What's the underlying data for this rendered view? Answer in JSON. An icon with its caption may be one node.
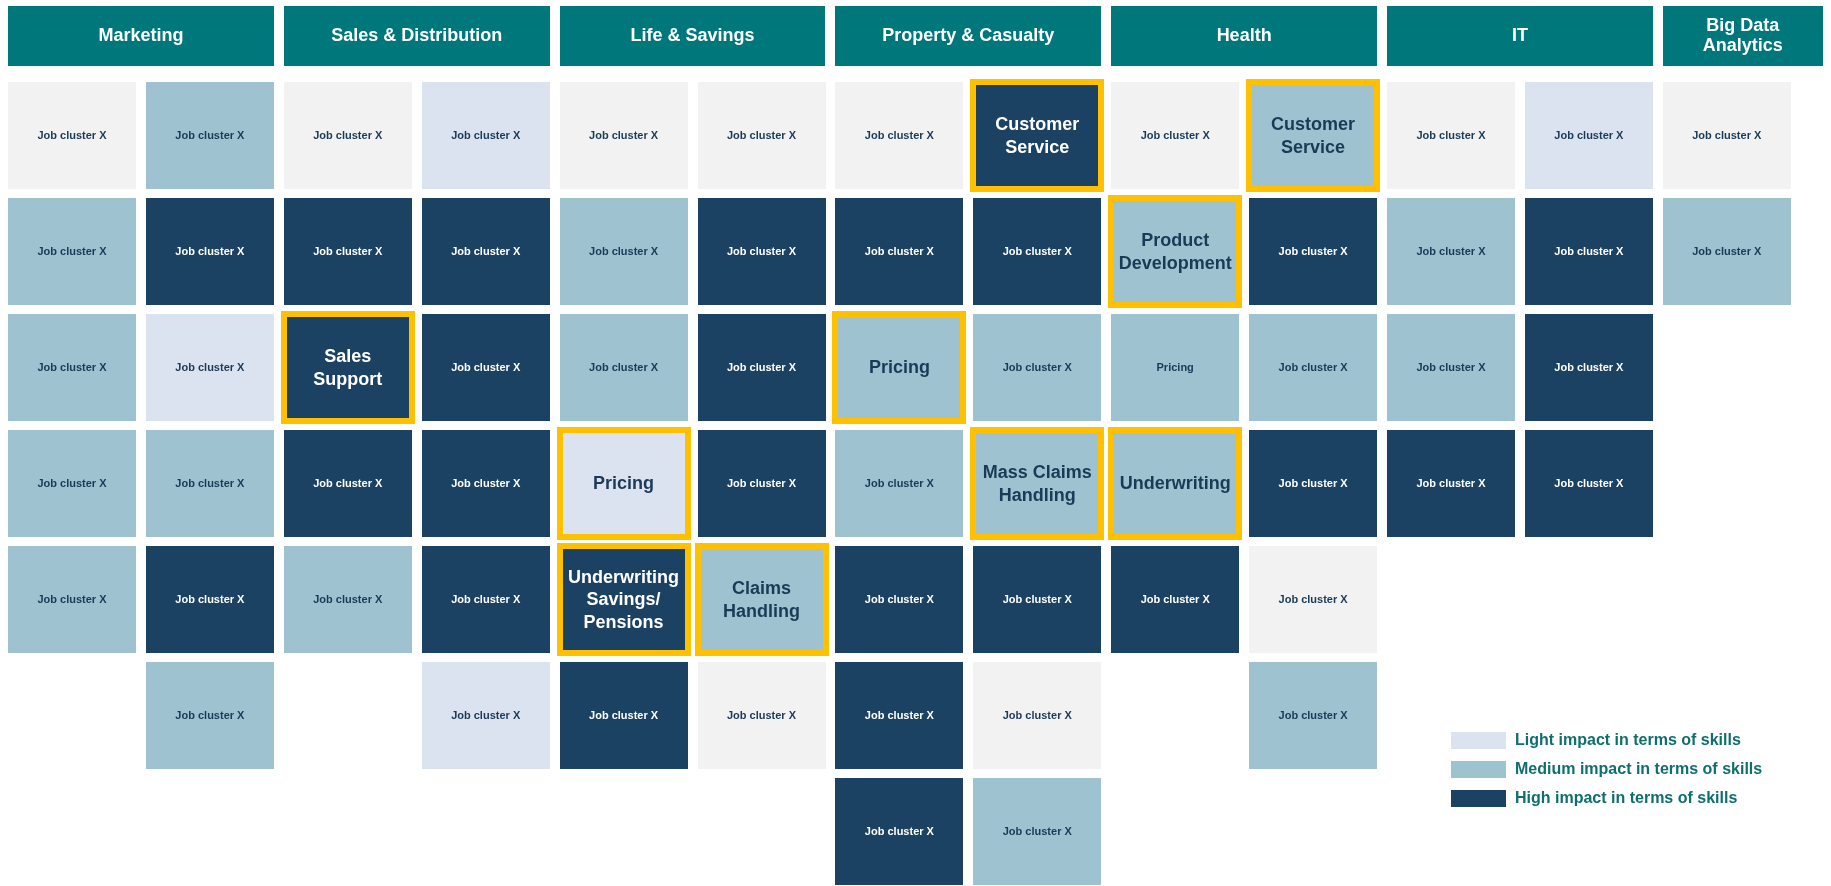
{
  "diagram": {
    "nodes": [
      {
        "text": [
          "Marketing"
        ]
      },
      {
        "text": [
          "Sales & Distribution"
        ]
      },
      {
        "text": [
          "Life & Savings"
        ]
      },
      {
        "text": [
          "Property & Casualty"
        ]
      },
      {
        "text": [
          "Health"
        ]
      },
      {
        "text": [
          "IT"
        ]
      },
      {
        "text": [
          "Big Data Analytics"
        ]
      },
      {
        "text": [
          "Job cluster X"
        ]
      },
      {
        "text": [
          "Job cluster X"
        ]
      },
      {
        "text": [
          "Job cluster X"
        ]
      },
      {
        "text": [
          "Job cluster X"
        ]
      },
      {
        "text": [
          "Job cluster X"
        ]
      },
      {
        "text": [
          "Job cluster X"
        ]
      },
      {
        "text": [
          "Job cluster X"
        ]
      },
      {
        "text": [
          "Customer Service"
        ]
      },
      {
        "text": [
          "Job cluster X"
        ]
      },
      {
        "text": [
          "Customer Service"
        ]
      },
      {
        "text": [
          "Job cluster X"
        ]
      },
      {
        "text": [
          "Job cluster X"
        ]
      },
      {
        "text": [
          "Job cluster X"
        ]
      },
      {
        "text": [
          "Job cluster X"
        ]
      },
      {
        "text": [
          "Job cluster X"
        ]
      },
      {
        "text": [
          "Job cluster X"
        ]
      },
      {
        "text": [
          "Job cluster X"
        ]
      },
      {
        "text": [
          "Job cluster X"
        ]
      },
      {
        "text": [
          "Job cluster X"
        ]
      },
      {
        "text": [
          "Job cluster X"
        ]
      },
      {
        "text": [
          "Job cluster X"
        ]
      },
      {
        "text": [
          "Product Development"
        ]
      },
      {
        "text": [
          "Job cluster X"
        ]
      },
      {
        "text": [
          "Job cluster X"
        ]
      },
      {
        "text": [
          "Job cluster X"
        ]
      },
      {
        "text": [
          "Job cluster X"
        ]
      },
      {
        "text": [
          "Job cluster X"
        ]
      },
      {
        "text": [
          "Job cluster X"
        ]
      },
      {
        "text": [
          "Sales Support"
        ]
      },
      {
        "text": [
          "Job cluster X"
        ]
      },
      {
        "text": [
          "Job cluster X"
        ]
      },
      {
        "text": [
          "Job cluster X"
        ]
      },
      {
        "text": [
          "Pricing"
        ]
      },
      {
        "text": [
          "Job cluster X"
        ]
      },
      {
        "text": [
          "Pricing"
        ]
      },
      {
        "text": [
          "Job cluster X"
        ]
      },
      {
        "text": [
          "Job cluster X"
        ]
      },
      {
        "text": [
          "Job cluster X"
        ]
      },
      {
        "text": [
          "Job cluster X"
        ]
      },
      {
        "text": [
          "Job cluster X"
        ]
      },
      {
        "text": [
          "Job cluster X"
        ]
      },
      {
        "text": [
          "Job cluster X"
        ]
      },
      {
        "text": [
          "Pricing"
        ]
      },
      {
        "text": [
          "Job cluster X"
        ]
      },
      {
        "text": [
          "Job cluster X"
        ]
      },
      {
        "text": [
          "Mass Claims Handling"
        ]
      },
      {
        "text": [
          "Underwriting"
        ]
      },
      {
        "text": [
          "Job cluster X"
        ]
      },
      {
        "text": [
          "Job cluster X"
        ]
      },
      {
        "text": [
          "Job cluster X"
        ]
      },
      {
        "text": [
          "Job cluster X"
        ]
      },
      {
        "text": [
          "Job cluster X"
        ]
      },
      {
        "text": [
          "Job cluster X"
        ]
      },
      {
        "text": [
          "Job cluster X"
        ]
      },
      {
        "text": [
          "Underwriting Savings/ Pensions"
        ]
      },
      {
        "text": [
          "Claims Handling"
        ]
      },
      {
        "text": [
          "Job cluster X"
        ]
      },
      {
        "text": [
          "Job cluster X"
        ]
      },
      {
        "text": [
          "Job cluster X"
        ]
      },
      {
        "text": [
          "Job cluster X"
        ]
      },
      {
        "text": [
          "Job cluster X"
        ]
      },
      {
        "text": [
          "Job cluster X"
        ]
      },
      {
        "text": [
          "Job cluster X"
        ]
      },
      {
        "text": [
          "Job cluster X"
        ]
      },
      {
        "text": [
          "Job cluster X"
        ]
      },
      {
        "text": [
          "Job cluster X"
        ]
      },
      {
        "text": [
          "Job cluster X"
        ]
      },
      {
        "text": [
          "Job cluster X"
        ]
      },
      {
        "text": [
          "Job cluster X"
        ]
      }
    ],
    "legend": [
      {
        "text": "Light impact in terms of skills",
        "color": "#dce3f0"
      },
      {
        "text": "Medium impact in terms of skills",
        "color": "#9fc2d0"
      },
      {
        "text": "High impact in terms of skills",
        "color": "#1b4263"
      }
    ]
  }
}
